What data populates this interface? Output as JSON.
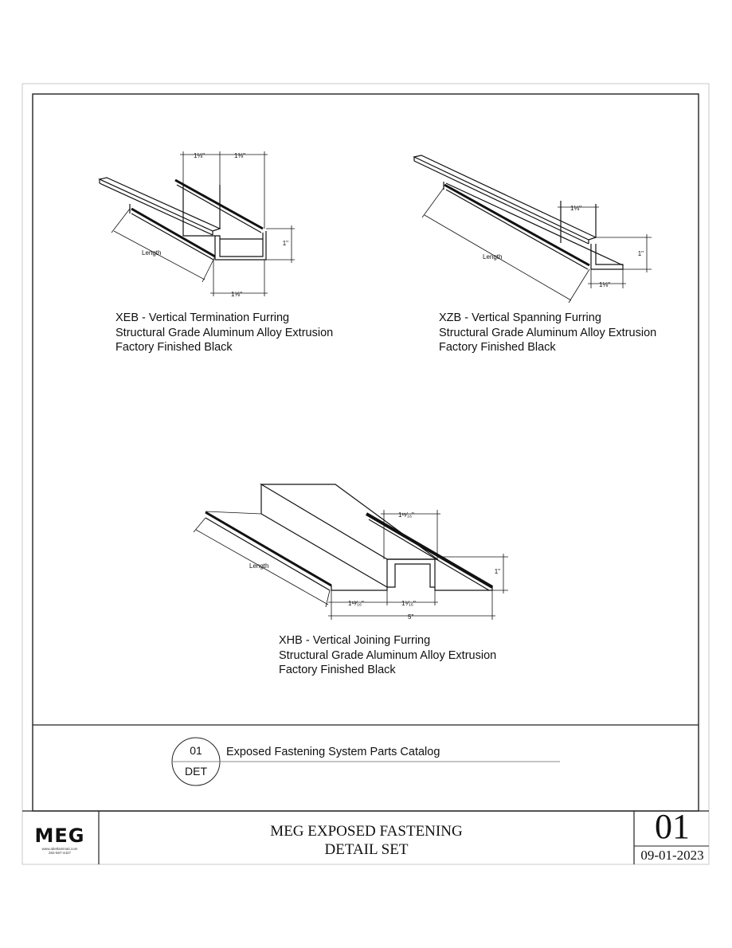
{
  "details": [
    {
      "id": "xeb",
      "caption": [
        "XEB - Vertical Termination Furring",
        "Structural Grade Aluminum Alloy Extrusion",
        "Factory Finished Black"
      ],
      "dimensions": {
        "top_left": "1⅛\"",
        "top_right": "1⅜\"",
        "height": "1\"",
        "bottom": "1⅝\"",
        "length": "Length"
      }
    },
    {
      "id": "xzb",
      "caption": [
        "XZB - Vertical Spanning Furring",
        "Structural Grade Aluminum Alloy Extrusion",
        "Factory Finished Black"
      ],
      "dimensions": {
        "top": "1⅛\"",
        "height": "1\"",
        "bottom": "1⅛\"",
        "length": "Length"
      }
    },
    {
      "id": "xhb",
      "caption": [
        "XHB - Vertical Joining Furring",
        "Structural Grade Aluminum Alloy Extrusion",
        "Factory Finished Black"
      ],
      "dimensions": {
        "top": "1¹¹⁄₁₆\"",
        "height": "1\"",
        "bottom_left": "1¹³⁄₁₆\"",
        "bottom_mid": "1⁵⁄₁₆\"",
        "overall": "5\"",
        "length": "Length"
      }
    }
  ],
  "detail_bubble": {
    "number": "01",
    "sheet_code": "DET"
  },
  "catalog_title": "Exposed Fastening System Parts Catalog",
  "title_block": {
    "logo": "MEG",
    "logo_sub": [
      "www.abetlaminati.com",
      "262-567-4427"
    ],
    "title_line1": "MEG EXPOSED FASTENING",
    "title_line2": "DETAIL SET",
    "sheet_number": "01",
    "date": "09-01-2023"
  }
}
